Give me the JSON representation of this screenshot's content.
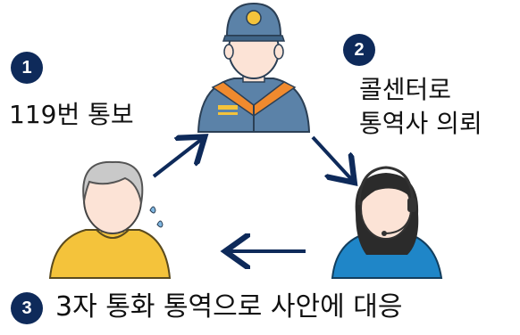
{
  "steps": [
    {
      "number": "1",
      "text": "119번 통보"
    },
    {
      "number": "2",
      "line1": "콜센터로",
      "line2": "통역사 의뢰"
    },
    {
      "number": "3",
      "text": "3자 통화 통역으로 사안에 대응"
    }
  ],
  "figures": {
    "firefighter": "firefighter-icon",
    "caller": "elderly-caller-icon",
    "interpreter": "interpreter-headset-icon"
  },
  "colors": {
    "badge": "#0e2a5a",
    "arrow": "#0e2a5a",
    "uniform": "#5b82a8",
    "uniform_stripe": "#f08a2e",
    "shirt_yellow": "#f4c33b",
    "interpreter_top": "#1f86c8",
    "skin": "#fce3d6"
  }
}
